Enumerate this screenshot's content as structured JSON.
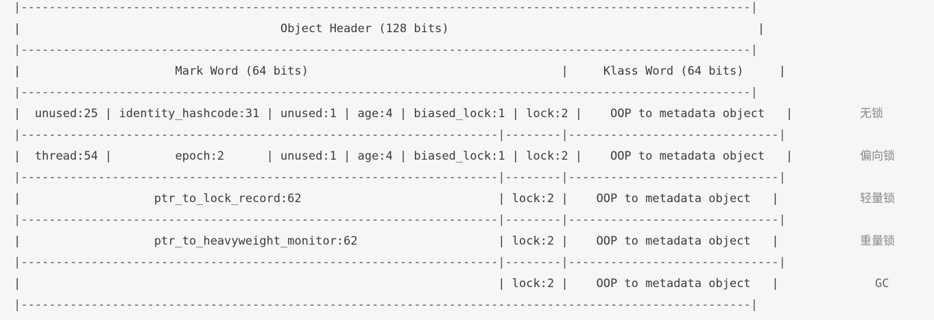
{
  "lines": [
    "|--------------------------------------------------------------------------------------------------------|",
    "|                                     Object Header (128 bits)                                            |",
    "|--------------------------------------------------------------------------------------------------------|",
    "|                      Mark Word (64 bits)                                    |     Klass Word (64 bits)     |",
    "|--------------------------------------------------------------------------------------------------------|",
    "|  unused:25 | identity_hashcode:31 | unused:1 | age:4 | biased_lock:1 | lock:2 |    OOP to metadata object   |",
    "|--------------------------------------------------------------------|--------|------------------------------|",
    "|  thread:54 |         epoch:2      | unused:1 | age:4 | biased_lock:1 | lock:2 |    OOP to metadata object   |",
    "|--------------------------------------------------------------------|--------|------------------------------|",
    "|                   ptr_to_lock_record:62                            | lock:2 |    OOP to metadata object   |",
    "|--------------------------------------------------------------------|--------|------------------------------|",
    "|                   ptr_to_heavyweight_monitor:62                    | lock:2 |    OOP to metadata object   |",
    "|--------------------------------------------------------------------|--------|------------------------------|",
    "|                                                                    | lock:2 |    OOP to metadata object   |",
    "|--------------------------------------------------------------------------------------------------------|"
  ],
  "annotations": [
    "无锁",
    "偏向锁",
    "轻量锁",
    "重量锁",
    "GC"
  ]
}
